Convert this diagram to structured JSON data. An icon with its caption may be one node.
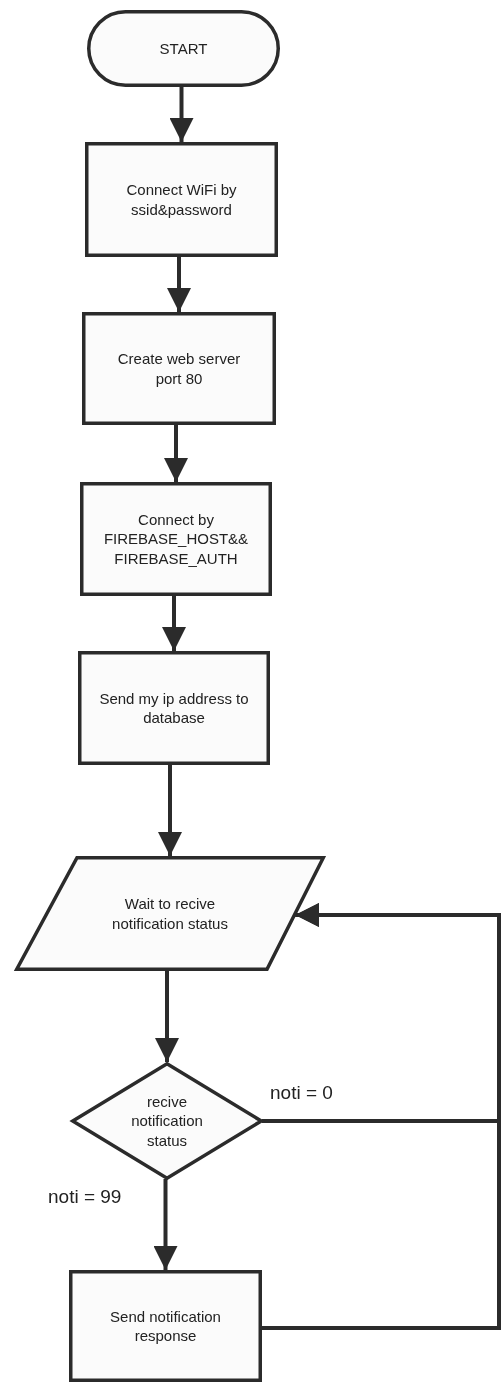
{
  "diagram": {
    "nodes": [
      {
        "text": [
          "START"
        ]
      },
      {
        "text": [
          "Connect WiFi by ssid&password"
        ]
      },
      {
        "text": [
          "Create web server port 80"
        ]
      },
      {
        "text": [
          "Connect by FIREBASE_HOST&& FIREBASE_AUTH"
        ]
      },
      {
        "text": [
          "Send my ip address to database"
        ]
      },
      {
        "text": [
          "Wait to recive notification status"
        ]
      },
      {
        "text": [
          "recive notification status"
        ]
      },
      {
        "text": [
          "Send notification response"
        ]
      }
    ],
    "edges": [
      {
        "from": 0,
        "to": 1,
        "arrow": "to"
      },
      {
        "from": 1,
        "to": 2,
        "arrow": "to"
      },
      {
        "from": 2,
        "to": 3,
        "arrow": "to"
      },
      {
        "from": 3,
        "to": 4,
        "arrow": "to"
      },
      {
        "from": 4,
        "to": 5,
        "arrow": "to"
      },
      {
        "from": 5,
        "to": 6,
        "arrow": "to"
      },
      {
        "from": 6,
        "to": 7,
        "arrow": "to",
        "label": "noti = 99"
      },
      {
        "from": 6,
        "to": 5,
        "arrow": "to",
        "label": "noti = 0"
      },
      {
        "from": 7,
        "to": 5,
        "arrow": "to"
      }
    ]
  }
}
